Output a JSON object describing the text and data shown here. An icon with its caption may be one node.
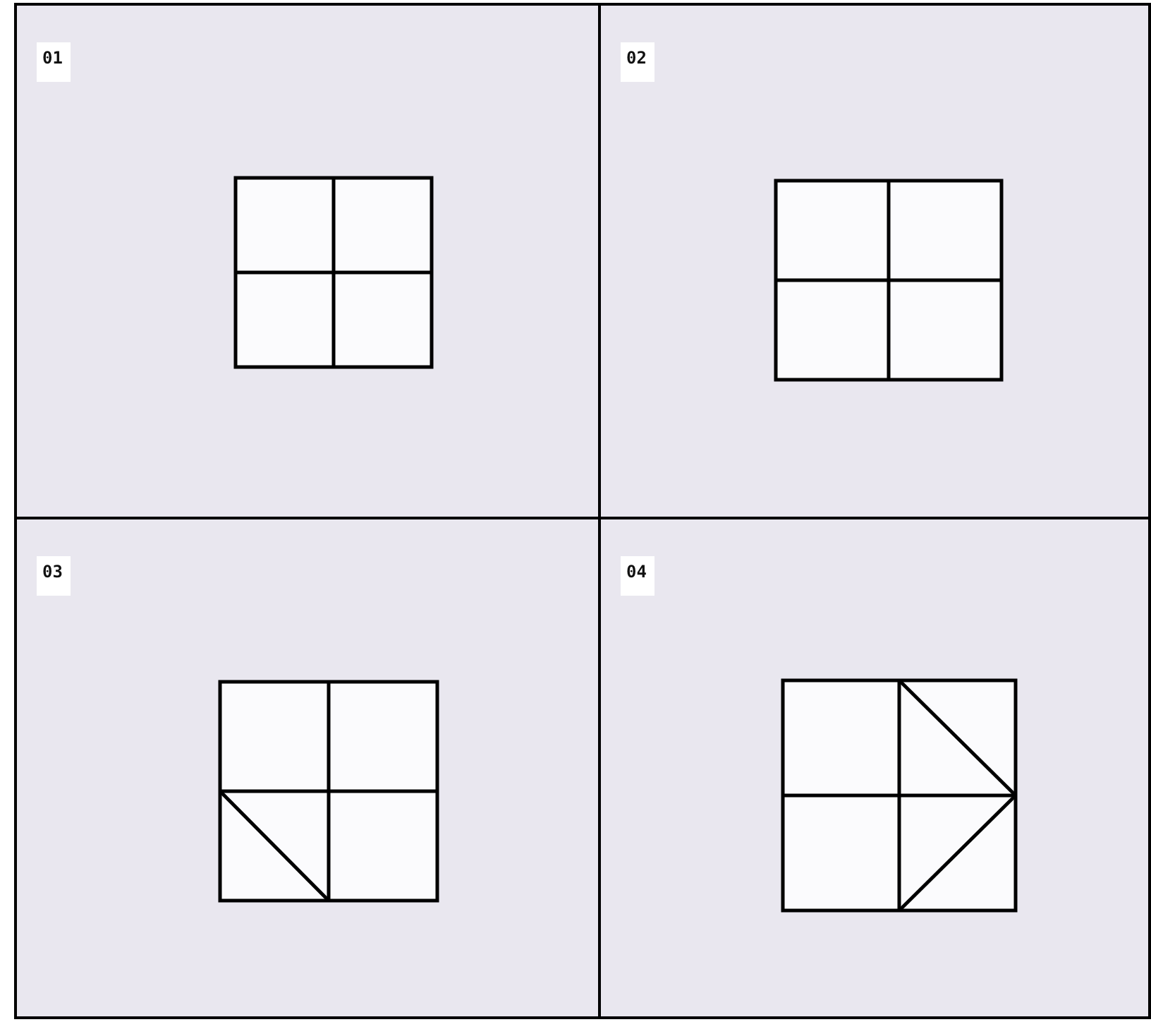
{
  "diagram": {
    "nodes": [
      {
        "text": [
          "01"
        ]
      },
      {
        "text": [
          "02"
        ]
      },
      {
        "text": [
          "03"
        ]
      },
      {
        "text": [
          "04"
        ]
      }
    ]
  }
}
